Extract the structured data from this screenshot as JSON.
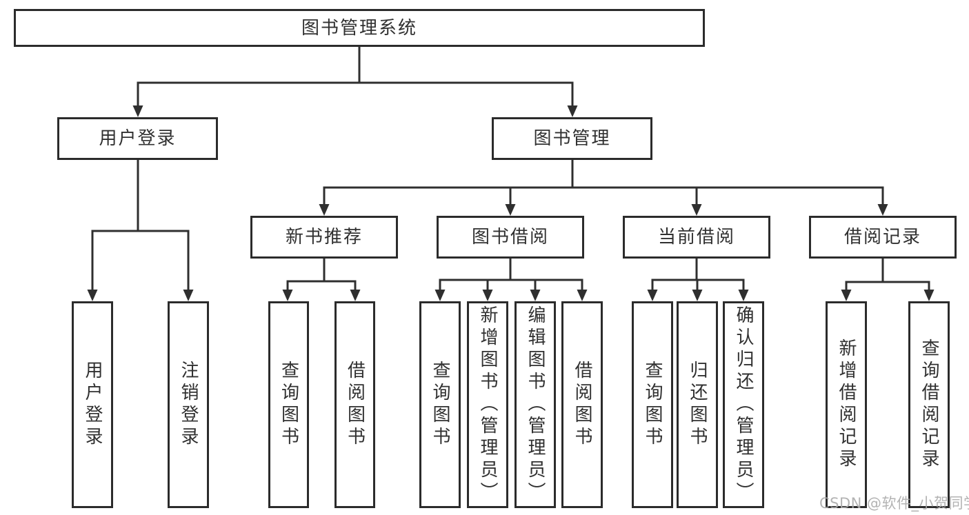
{
  "diagram": {
    "root": {
      "label": "图书管理系统"
    },
    "branches": [
      {
        "label": "用户登录",
        "children": [
          {
            "label": "用户登录"
          },
          {
            "label": "注销登录"
          }
        ]
      },
      {
        "label": "图书管理",
        "children": [
          {
            "label": "新书推荐",
            "children": [
              {
                "label": "查询图书"
              },
              {
                "label": "借阅图书"
              }
            ]
          },
          {
            "label": "图书借阅",
            "children": [
              {
                "label": "查询图书"
              },
              {
                "label": "新增图书（管理员）"
              },
              {
                "label": "编辑图书（管理员）"
              },
              {
                "label": "借阅图书"
              }
            ]
          },
          {
            "label": "当前借阅",
            "children": [
              {
                "label": "查询图书"
              },
              {
                "label": "归还图书"
              },
              {
                "label": "确认归还（管理员）"
              }
            ]
          },
          {
            "label": "借阅记录",
            "children": [
              {
                "label": "新增借阅记录"
              },
              {
                "label": "查询借阅记录"
              }
            ]
          }
        ]
      }
    ]
  },
  "watermark": {
    "text": "CSDN @软件_小贺同学"
  },
  "colors": {
    "line": "#2f2f2f",
    "box_border": "#2b2b2b",
    "text": "#303030",
    "watermark": "#ababab",
    "background": "#ffffff"
  }
}
